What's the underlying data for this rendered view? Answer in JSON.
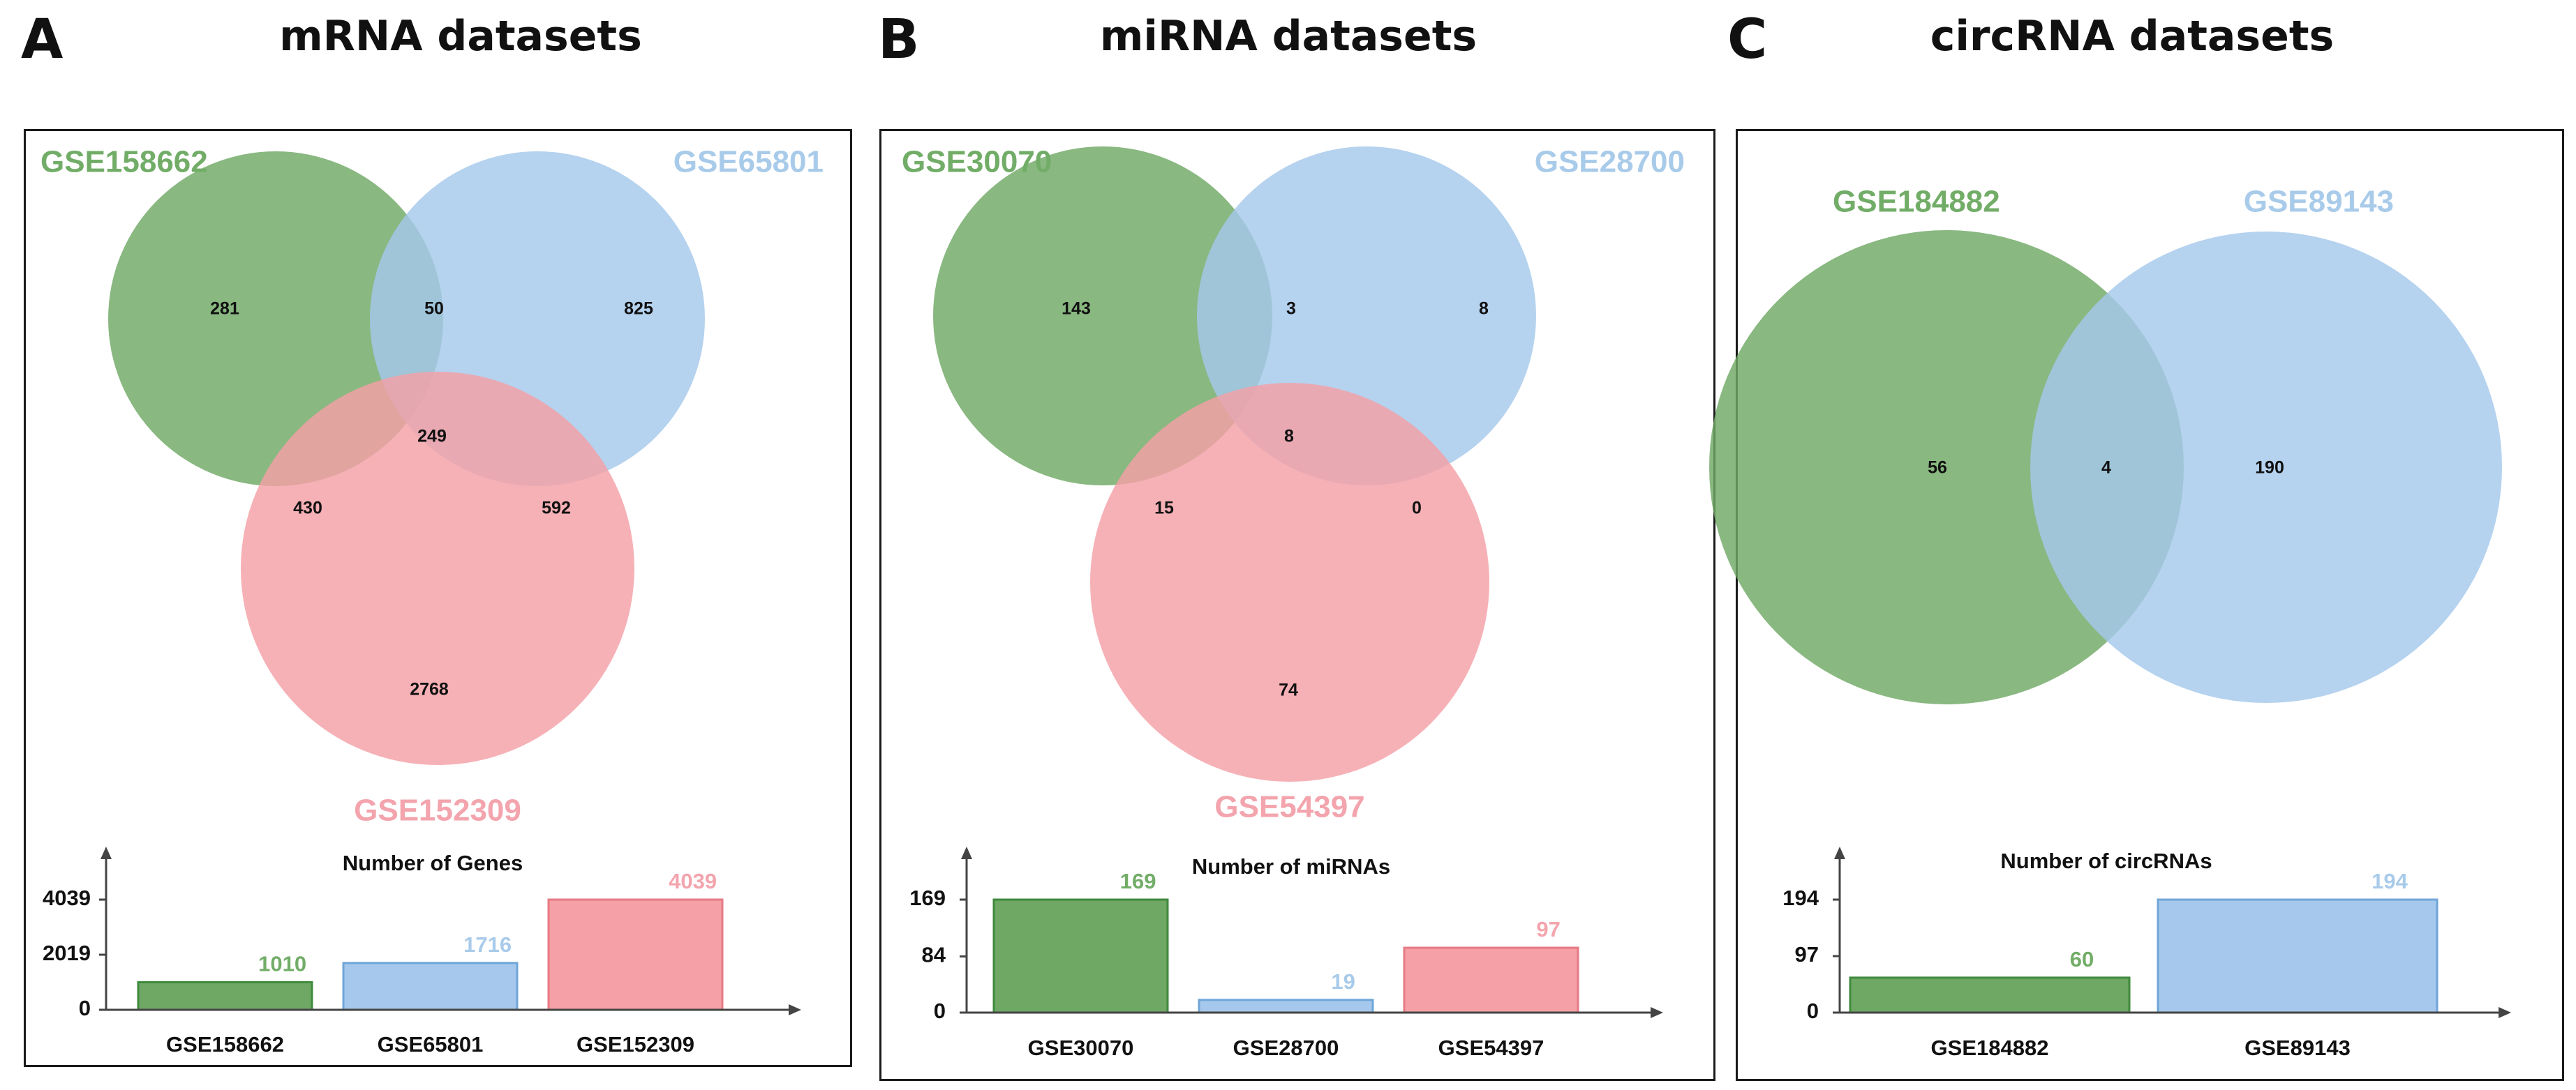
{
  "panels": [
    {
      "letter": "A",
      "title": "mRNA datasets"
    },
    {
      "letter": "B",
      "title": "miRNA datasets"
    },
    {
      "letter": "C",
      "title": "circRNA datasets"
    }
  ],
  "colors": {
    "green": "#6fa865",
    "blue": "#a5c8ec",
    "pink": "#f4a0a6",
    "green_text": "#72ad68",
    "blue_text": "#a9cbea",
    "pink_text": "#f3a4ad"
  },
  "chart_data": [
    {
      "type": "venn",
      "sets": [
        {
          "name": "GSE158662",
          "color": "#6fa865"
        },
        {
          "name": "GSE65801",
          "color": "#a5c8ec"
        },
        {
          "name": "GSE152309",
          "color": "#f4a0a6"
        }
      ],
      "regions": [
        {
          "sets": [
            "GSE158662"
          ],
          "value": 281
        },
        {
          "sets": [
            "GSE65801"
          ],
          "value": 825
        },
        {
          "sets": [
            "GSE152309"
          ],
          "value": 2768
        },
        {
          "sets": [
            "GSE158662",
            "GSE65801"
          ],
          "value": 50
        },
        {
          "sets": [
            "GSE158662",
            "GSE152309"
          ],
          "value": 430
        },
        {
          "sets": [
            "GSE65801",
            "GSE152309"
          ],
          "value": 592
        },
        {
          "sets": [
            "GSE158662",
            "GSE65801",
            "GSE152309"
          ],
          "value": 249
        }
      ]
    },
    {
      "type": "bar",
      "title": "Number of Genes",
      "categories": [
        "GSE158662",
        "GSE65801",
        "GSE152309"
      ],
      "values": [
        1010,
        1716,
        4039
      ],
      "yticks": [
        0,
        2019,
        4039
      ],
      "ylim": [
        0,
        4039
      ]
    },
    {
      "type": "venn",
      "sets": [
        {
          "name": "GSE30070",
          "color": "#6fa865"
        },
        {
          "name": "GSE28700",
          "color": "#a5c8ec"
        },
        {
          "name": "GSE54397",
          "color": "#f4a0a6"
        }
      ],
      "regions": [
        {
          "sets": [
            "GSE30070"
          ],
          "value": 143
        },
        {
          "sets": [
            "GSE28700"
          ],
          "value": 8
        },
        {
          "sets": [
            "GSE54397"
          ],
          "value": 74
        },
        {
          "sets": [
            "GSE30070",
            "GSE28700"
          ],
          "value": 3
        },
        {
          "sets": [
            "GSE30070",
            "GSE54397"
          ],
          "value": 15
        },
        {
          "sets": [
            "GSE28700",
            "GSE54397"
          ],
          "value": 0
        },
        {
          "sets": [
            "GSE30070",
            "GSE28700",
            "GSE54397"
          ],
          "value": 8
        }
      ]
    },
    {
      "type": "bar",
      "title": "Number of miRNAs",
      "categories": [
        "GSE30070",
        "GSE28700",
        "GSE54397"
      ],
      "values": [
        169,
        19,
        97
      ],
      "yticks": [
        0,
        84,
        169
      ],
      "ylim": [
        0,
        169
      ]
    },
    {
      "type": "venn",
      "sets": [
        {
          "name": "GSE184882",
          "color": "#6fa865"
        },
        {
          "name": "GSE89143",
          "color": "#a5c8ec"
        }
      ],
      "regions": [
        {
          "sets": [
            "GSE184882"
          ],
          "value": 56
        },
        {
          "sets": [
            "GSE89143"
          ],
          "value": 190
        },
        {
          "sets": [
            "GSE184882",
            "GSE89143"
          ],
          "value": 4
        }
      ]
    },
    {
      "type": "bar",
      "title": "Number of circRNAs",
      "categories": [
        "GSE184882",
        "GSE89143"
      ],
      "values": [
        60,
        194
      ],
      "yticks": [
        0,
        97,
        194
      ],
      "ylim": [
        0,
        194
      ]
    }
  ]
}
